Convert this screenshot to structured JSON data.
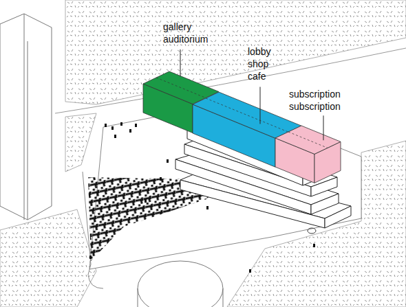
{
  "diagram": {
    "nodes": [
      {
        "text": [
          "gallery auditorium"
        ]
      },
      {
        "text": [
          "lobby shop cafe"
        ]
      },
      {
        "text": [
          "subscription subscription"
        ]
      }
    ]
  }
}
